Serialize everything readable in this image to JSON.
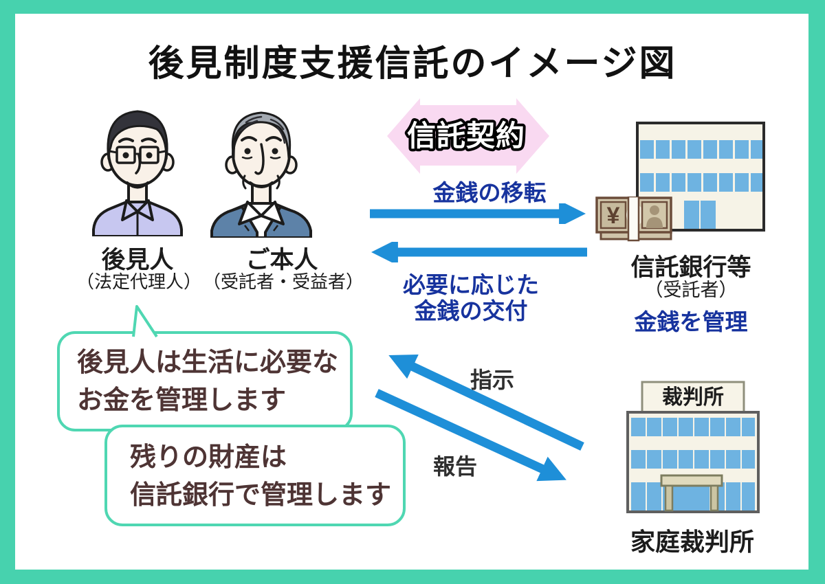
{
  "title": "後見制度支援信託のイメージ図",
  "colors": {
    "frame_green": "#47d2ae",
    "arrow_blue": "#1e8fd8",
    "navy_text": "#17339e",
    "pink_arrow": "#f9d9f1",
    "bubble_border_mint": "#4fd7b2",
    "bubble_text_brown": "#4e3434",
    "building_cream": "#f6f3e7",
    "window_blue": "#6eb3e1"
  },
  "people": {
    "guardian": {
      "label": "後見人",
      "sublabel": "（法定代理人）"
    },
    "principal": {
      "label": "ご本人",
      "sublabel": "（受託者・受益者）"
    }
  },
  "trust_contract": {
    "label": "信託契約"
  },
  "flows": {
    "money_transfer": {
      "label": "金銭の移転"
    },
    "money_delivery": {
      "line1": "必要に応じた",
      "line2": "金銭の交付"
    },
    "instruction": {
      "label": "指示"
    },
    "report": {
      "label": "報告"
    }
  },
  "bank": {
    "label": "信託銀行等",
    "sublabel": "（受託者）",
    "role": "金銭を管理",
    "currency_symbol": "¥",
    "icon": "yen-banknote-icon"
  },
  "court": {
    "sign": "裁判所",
    "label": "家庭裁判所"
  },
  "speech_bubbles": {
    "bubble1": {
      "line1": "後見人は生活に必要な",
      "line2": "お金を管理します"
    },
    "bubble2": {
      "line1": "残りの財産は",
      "line2": "信託銀行で管理します"
    }
  }
}
